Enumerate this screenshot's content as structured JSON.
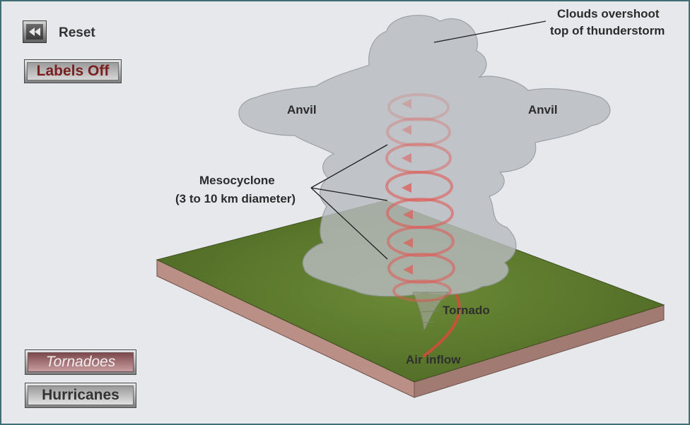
{
  "controls": {
    "reset_label": "Reset",
    "labels_toggle": "Labels Off",
    "tornadoes": "Tornadoes",
    "hurricanes": "Hurricanes"
  },
  "labels": {
    "clouds_line1": "Clouds overshoot",
    "clouds_line2": "top of thunderstorm",
    "anvil_left": "Anvil",
    "anvil_right": "Anvil",
    "mesocyclone_line1": "Mesocyclone",
    "mesocyclone_line2": "(3 to 10 km diameter)",
    "tornado": "Tornado",
    "air_inflow": "Air inflow"
  },
  "colors": {
    "background": "#e6e8ec",
    "cloud": "#b9bcc0",
    "ground": "#5f7a2e",
    "spiral": "#e05a55",
    "border": "#3f6f74"
  }
}
